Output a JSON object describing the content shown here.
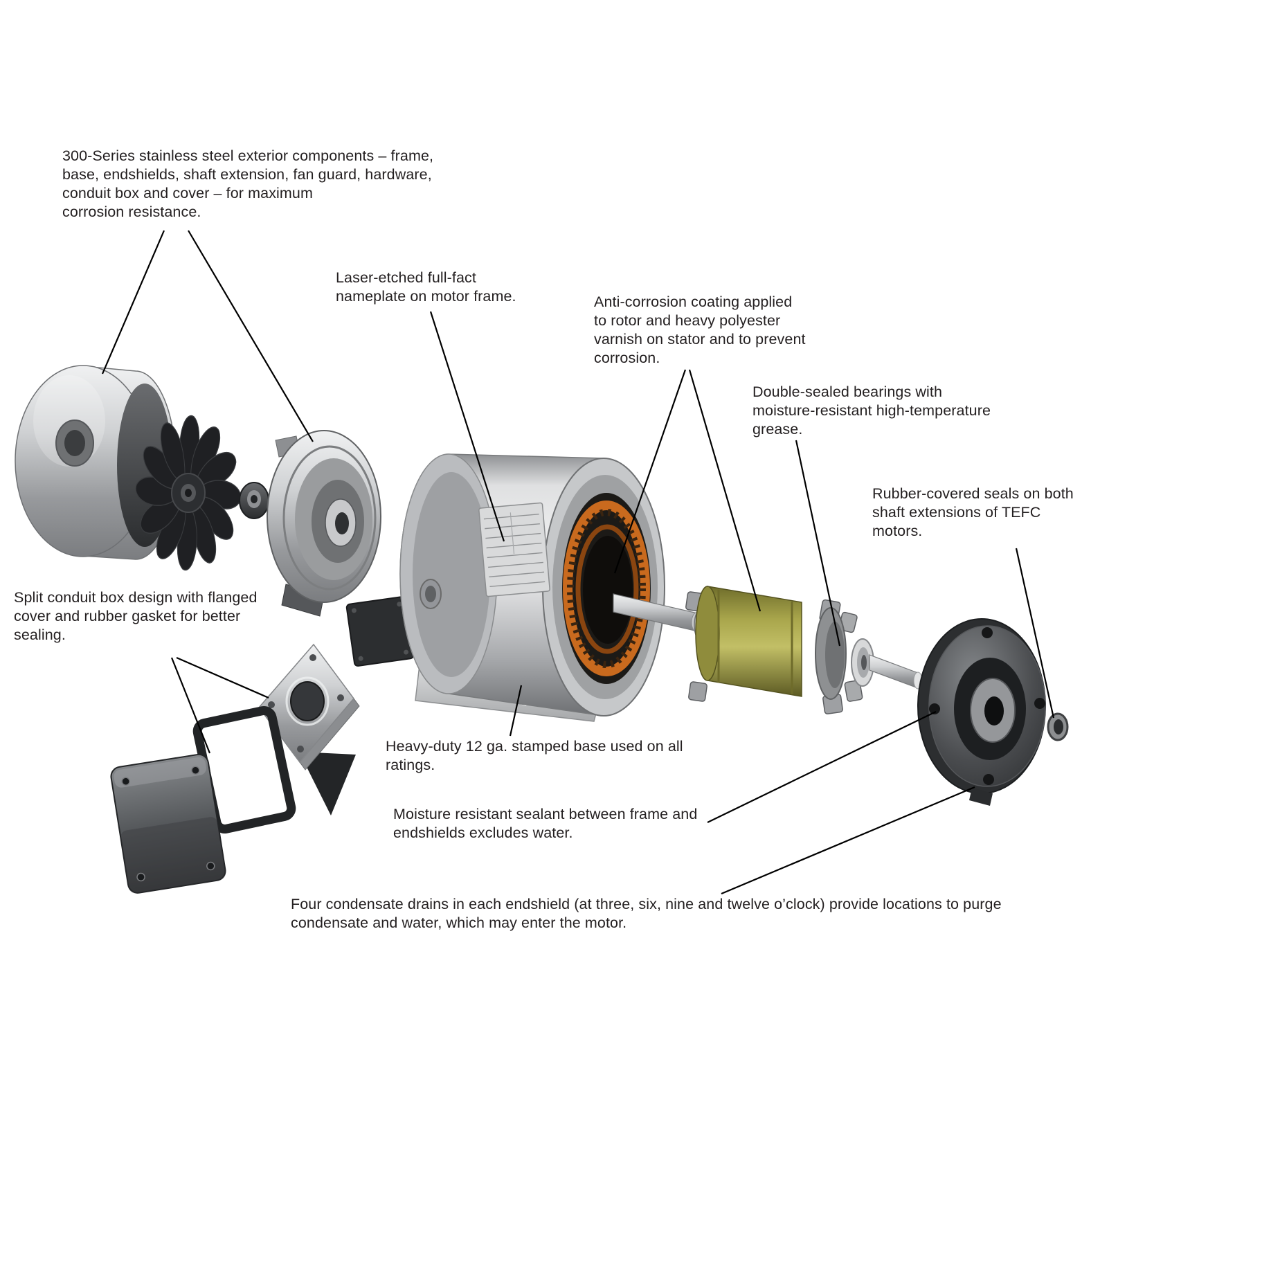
{
  "figure": {
    "background": "#ffffff",
    "rotor_color": "#a9a64c",
    "stator_winding_color": "#c96a1e",
    "line_color": "#000000",
    "labels": {
      "stainless_steel": "300-Series stainless steel exterior components – frame,\nbase, endshields, shaft extension, fan guard, hardware,\nconduit box and cover – for maximum\ncorrosion resistance.",
      "nameplate": "Laser-etched full-fact\nnameplate on motor frame.",
      "anti_corrosion": "Anti-corrosion coating applied\nto rotor and heavy polyester\nvarnish on stator and to prevent\ncorrosion.",
      "bearings": "Double-sealed bearings with\nmoisture-resistant high-temperature\ngrease.",
      "seals": "Rubber-covered seals on both\nshaft extensions of TEFC\nmotors.",
      "conduit_box": "Split conduit box design with flanged\ncover and rubber gasket for better\nsealing.",
      "base": "Heavy-duty 12 ga. stamped base used on all\nratings.",
      "sealant": "Moisture resistant sealant between frame and\nendshields excludes water.",
      "condensate": "Four condensate drains in each endshield (at three, six, nine and twelve o’clock) provide locations to purge\ncondensate and water, which may enter the motor."
    }
  }
}
